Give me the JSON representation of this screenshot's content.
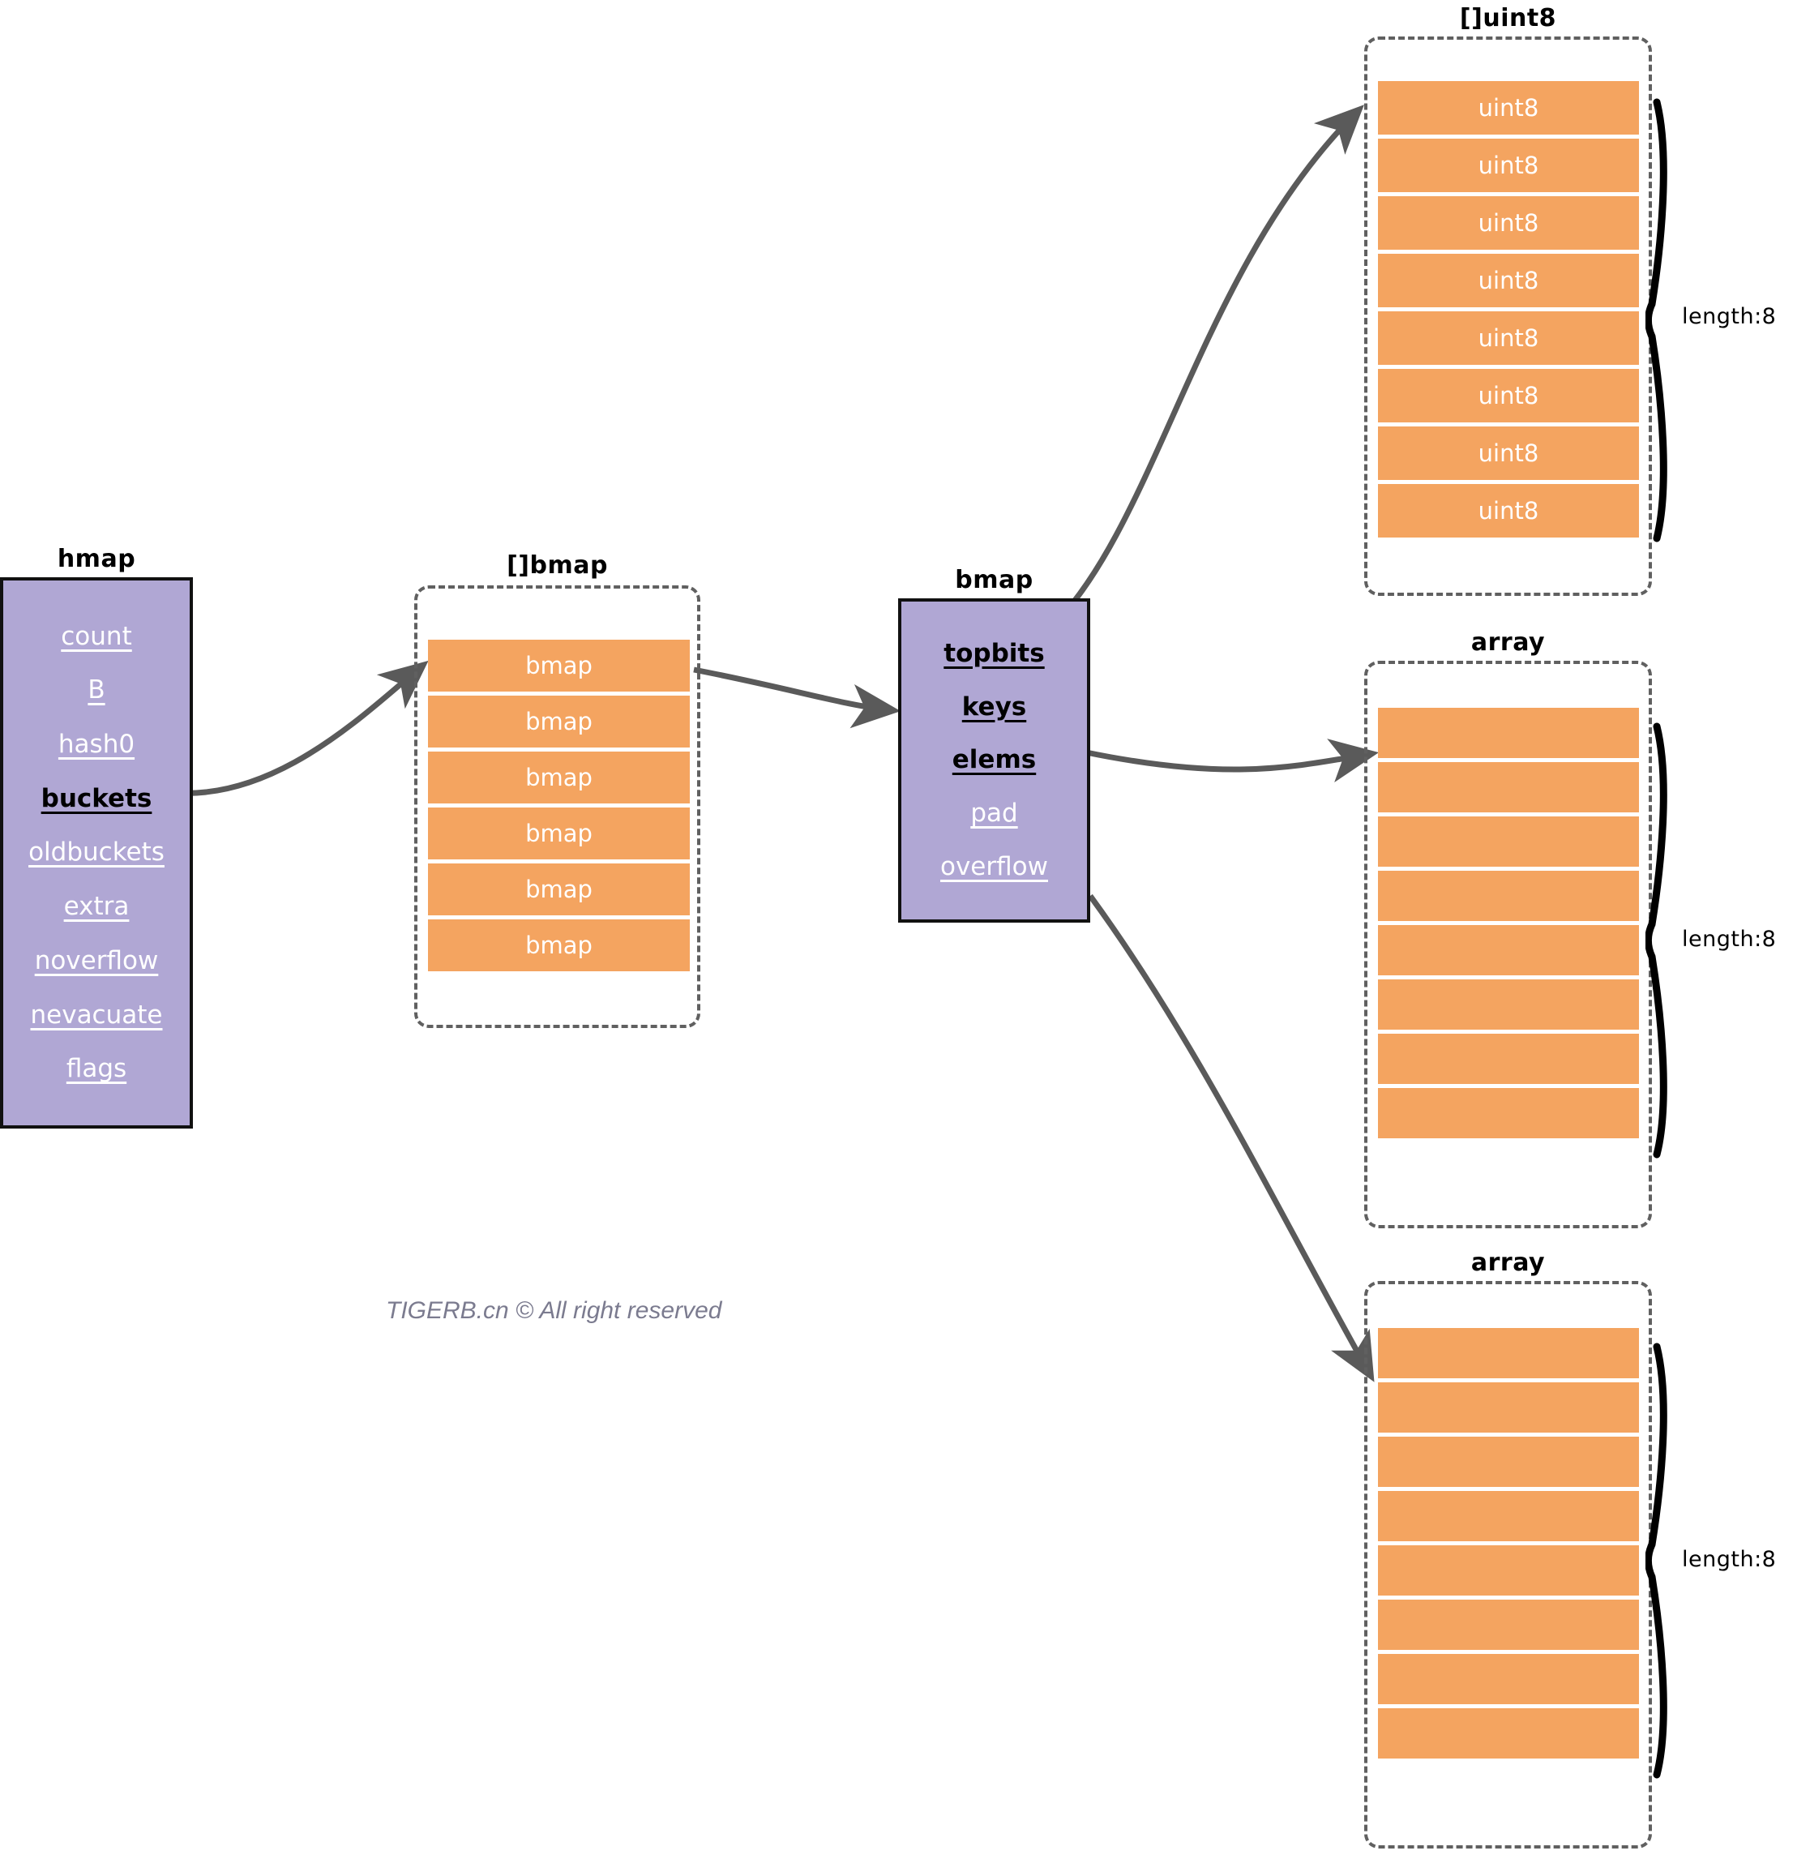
{
  "diagram": {
    "watermark": "TIGERB.cn © All right reserved",
    "colors": {
      "struct_fill": "#b0a7d4",
      "struct_border": "#111111",
      "cell_fill": "#f4a460",
      "dashed_border": "#606060",
      "arrow": "#5a5a5a",
      "brace": "#000000"
    },
    "nodes": {
      "hmap": {
        "title": "hmap",
        "fields": [
          {
            "label": "count",
            "style": "white"
          },
          {
            "label": "B",
            "style": "white"
          },
          {
            "label": "hash0",
            "style": "white"
          },
          {
            "label": "buckets",
            "style": "black"
          },
          {
            "label": "oldbuckets",
            "style": "white"
          },
          {
            "label": "extra",
            "style": "white"
          },
          {
            "label": "noverflow",
            "style": "white"
          },
          {
            "label": "nevacuate",
            "style": "white"
          },
          {
            "label": "flags",
            "style": "white"
          }
        ]
      },
      "bmap_slice": {
        "title": "[]bmap",
        "cells": [
          "bmap",
          "bmap",
          "bmap",
          "bmap",
          "bmap",
          "bmap"
        ]
      },
      "bmap": {
        "title": "bmap",
        "fields": [
          {
            "label": "topbits",
            "style": "black"
          },
          {
            "label": "keys",
            "style": "black"
          },
          {
            "label": "elems",
            "style": "black"
          },
          {
            "label": "pad",
            "style": "white"
          },
          {
            "label": "overflow",
            "style": "white"
          }
        ]
      },
      "uint8_slice": {
        "title": "[]uint8",
        "cells": [
          "uint8",
          "uint8",
          "uint8",
          "uint8",
          "uint8",
          "uint8",
          "uint8",
          "uint8"
        ],
        "length_label": "length:8"
      },
      "keys_array": {
        "title": "array",
        "cells": [
          "",
          "",
          "",
          "",
          "",
          "",
          "",
          ""
        ],
        "length_label": "length:8"
      },
      "elems_array": {
        "title": "array",
        "cells": [
          "",
          "",
          "",
          "",
          "",
          "",
          "",
          ""
        ],
        "length_label": "length:8"
      }
    },
    "edges": [
      {
        "from": "hmap.buckets",
        "to": "bmap_slice.cell0"
      },
      {
        "from": "bmap_slice.cell0",
        "to": "bmap"
      },
      {
        "from": "bmap.topbits",
        "to": "uint8_slice.cell0"
      },
      {
        "from": "bmap.keys",
        "to": "keys_array.cell0"
      },
      {
        "from": "bmap.elems",
        "to": "elems_array.cell0"
      }
    ]
  }
}
